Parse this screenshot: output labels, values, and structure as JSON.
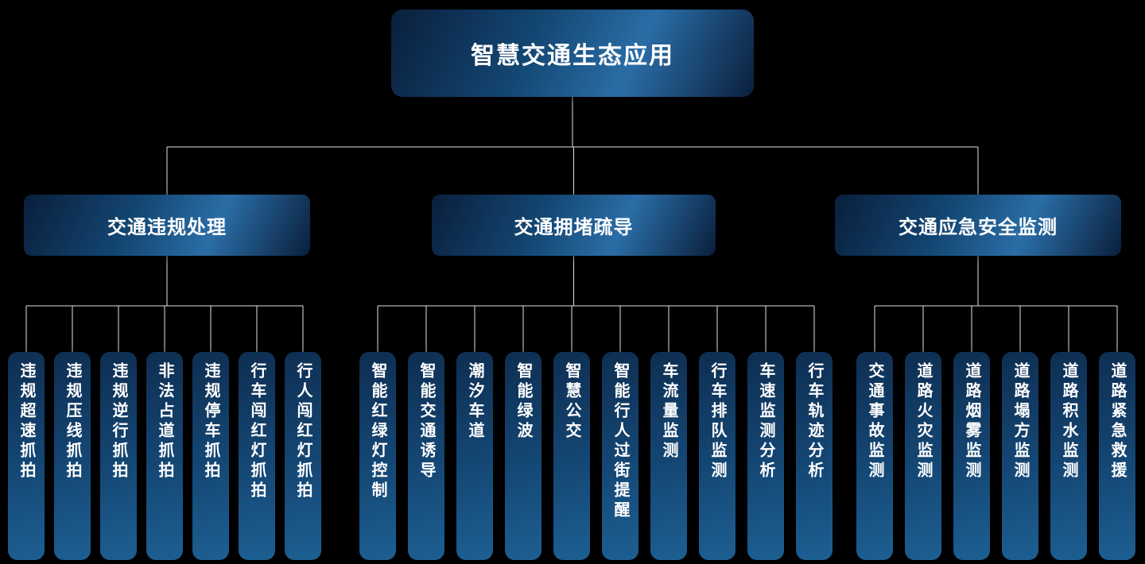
{
  "root": {
    "label": "智慧交通生态应用"
  },
  "groups": [
    {
      "label": "交通违规处理",
      "children": [
        "违规超速抓拍",
        "违规压线抓拍",
        "违规逆行抓拍",
        "非法占道抓拍",
        "违规停车抓拍",
        "行车闯红灯抓拍",
        "行人闯红灯抓拍"
      ]
    },
    {
      "label": "交通拥堵疏导",
      "children": [
        "智能红绿灯控制",
        "智能交通诱导",
        "潮汐车道",
        "智能绿波",
        "智慧公交",
        "智能行人过街提醒",
        "车流量监测",
        "行车排队监测",
        "车速监测分析",
        "行车轨迹分析"
      ]
    },
    {
      "label": "交通应急安全监测",
      "children": [
        "交通事故监测",
        "道路火灾监测",
        "道路烟雾监测",
        "道路塌方监测",
        "道路积水监测",
        "道路紧急救援"
      ]
    }
  ],
  "colors": {
    "background": "#000000",
    "text": "#ffffff",
    "line": "#d9e2ea",
    "node_dark": "#0a1f3c",
    "node_mid": "#134672",
    "node_light": "#2a6da6",
    "leaf_dark": "#0e2e52",
    "leaf_mid": "#144673",
    "leaf_light": "#1d5f92"
  }
}
